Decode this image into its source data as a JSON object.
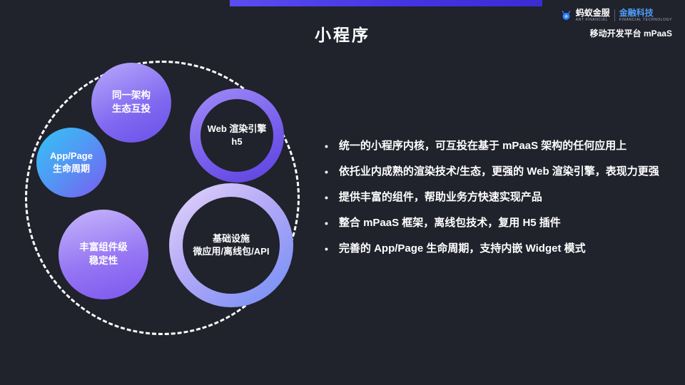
{
  "page": {
    "title": "小程序"
  },
  "brand": {
    "name_cn": "蚂蚁金服",
    "name_en": "ANT FINANCIAL",
    "unit_cn": "金融科技",
    "unit_en": "FINANCIAL TECHNOLOGY",
    "platform": "移动开发平台 mPaaS"
  },
  "diagram": {
    "bubbles": [
      {
        "id": "unified-architecture",
        "lines": [
          "同一架构",
          "生态互投"
        ]
      },
      {
        "id": "web-render-engine",
        "lines": [
          "Web 渲染引擎",
          "h5"
        ]
      },
      {
        "id": "app-page-lifecycle",
        "lines": [
          "App/Page",
          "生命周期"
        ]
      },
      {
        "id": "rich-components",
        "lines": [
          "丰富组件级",
          "稳定性"
        ]
      },
      {
        "id": "infrastructure",
        "lines": [
          "基础设施",
          "微应用/离线包/API"
        ]
      }
    ]
  },
  "bullets": [
    "统一的小程序内核，可互投在基于 mPaaS 架构的任何应用上",
    "依托业内成熟的渲染技术/生态，更强的 Web 渲染引擎，表现力更强",
    "提供丰富的组件，帮助业务方快速实现产品",
    "整合 mPaaS 框架，离线包技术，复用 H5 插件",
    "完善的 App/Page 生命周期，支持内嵌 Widget 模式"
  ],
  "colors": {
    "background": "#20222c",
    "accent_bar": "#4b3ce6",
    "bubble_purple": "#8a6cf1",
    "bubble_cyan": "#34c4f6",
    "infra_gradient_start": "#e6d7fa",
    "infra_gradient_end": "#6f8df5",
    "brand_blue": "#4f9ef7",
    "text": "#ffffff"
  }
}
